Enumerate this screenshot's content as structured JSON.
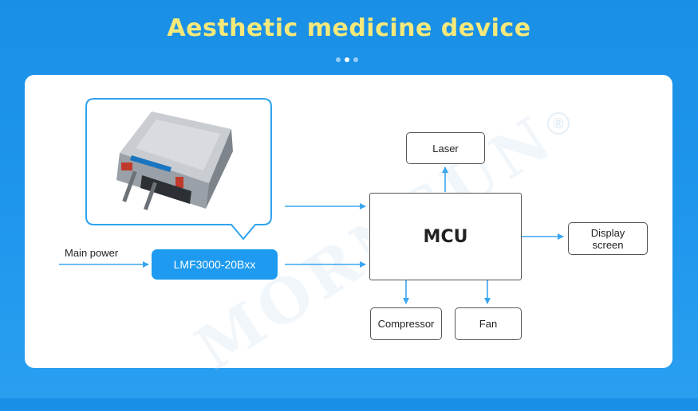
{
  "title": "Aesthetic medicine device",
  "carousel": {
    "count": 3,
    "active_index": 1
  },
  "watermark": {
    "text": "MORNSUN",
    "registered": "®"
  },
  "diagram": {
    "input_label": "Main power",
    "power_module": "LMF3000-20Bxx",
    "controller": "MCU",
    "outputs": {
      "laser": "Laser",
      "display_line1": "Display",
      "display_line2": "screen",
      "compressor": "Compressor",
      "fan": "Fan"
    }
  },
  "colors": {
    "background": "#1e96ec",
    "title": "#f4e97a",
    "accent": "#1e9bf0",
    "arrow": "#3aa6ef",
    "box_border": "#555555"
  },
  "icons": {
    "product_image": "power-supply-unit-image"
  }
}
